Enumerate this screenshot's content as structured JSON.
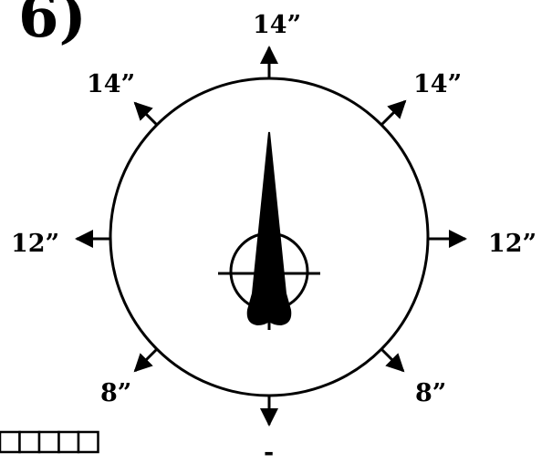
{
  "figure": {
    "corner_mark": "6)",
    "bottom_mark": "-",
    "labels": {
      "n": "14”",
      "nw": "14”",
      "ne": "14”",
      "w": "12”",
      "e": "12”",
      "sw": "8”",
      "se": "8”"
    },
    "scale_bar_cells": 5
  },
  "colors": {
    "ink": "#000000",
    "background": "#ffffff"
  }
}
